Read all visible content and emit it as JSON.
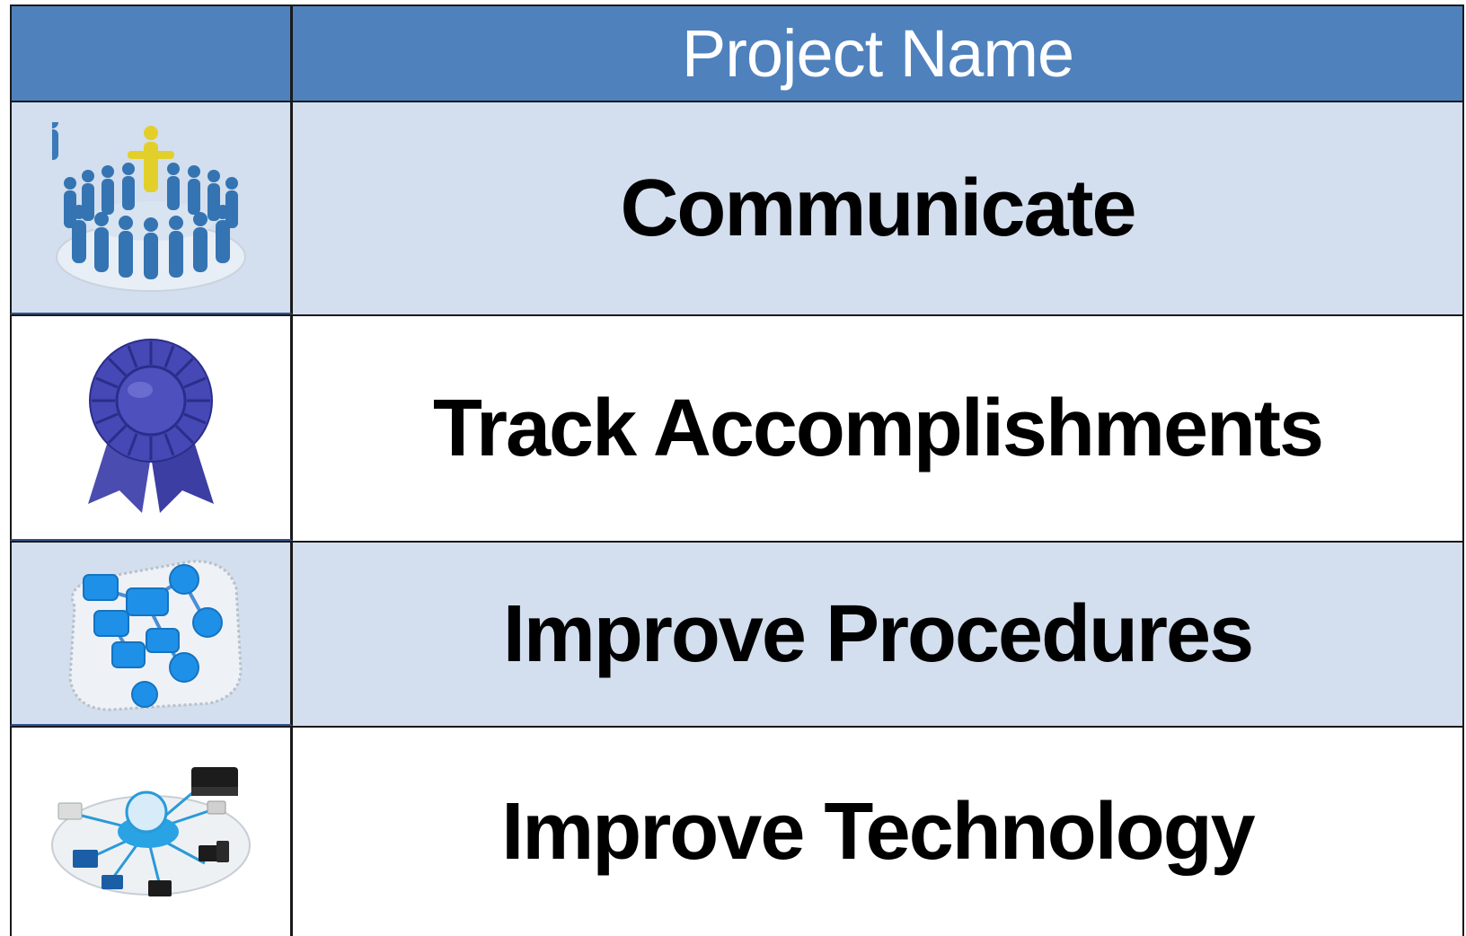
{
  "table": {
    "header": {
      "label": "Project Name"
    },
    "rows": [
      {
        "icon": "people-circle-icon",
        "label": "Communicate"
      },
      {
        "icon": "award-ribbon-icon",
        "label": "Track Accomplishments"
      },
      {
        "icon": "flowchart-icon",
        "label": "Improve Procedures"
      },
      {
        "icon": "network-devices-icon",
        "label": "Improve Technology"
      }
    ]
  },
  "colors": {
    "header_bg": "#4f81bd",
    "band_bg": "#d3dfee",
    "plain_bg": "#ffffff",
    "header_text": "#ffffff",
    "body_text": "#000000"
  }
}
